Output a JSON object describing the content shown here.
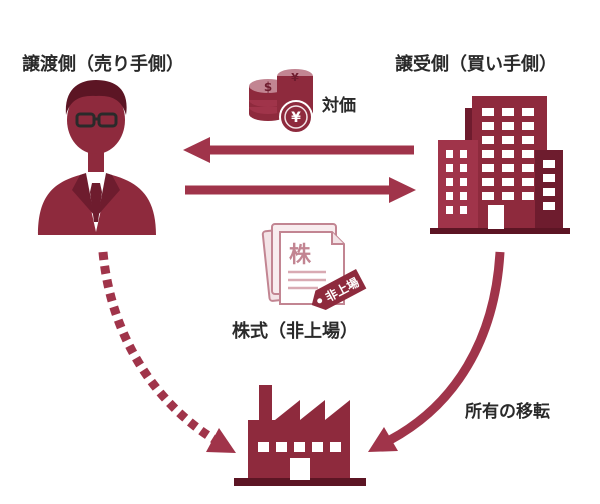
{
  "colors": {
    "primary": "#8e2a3d",
    "primary_dark": "#6e1c2e",
    "primary_light": "#c28592",
    "pale": "#f3e3e6",
    "text": "#2a2a2a"
  },
  "seller": {
    "title": "譲渡側（売り手側）",
    "icon": "businessman-icon"
  },
  "buyer": {
    "title": "譲受側（買い手側）",
    "icon": "office-building-icon"
  },
  "consideration": {
    "label": "対価",
    "icon": "coins-icon",
    "coin_symbols": [
      "$",
      "¥",
      "¥"
    ]
  },
  "shares": {
    "label": "株式（非上場）",
    "icon": "share-certificate-icon",
    "doc_char": "株",
    "tag_text": "非上場"
  },
  "ownership": {
    "label": "所有の移転"
  },
  "target": {
    "icon": "factory-icon"
  }
}
